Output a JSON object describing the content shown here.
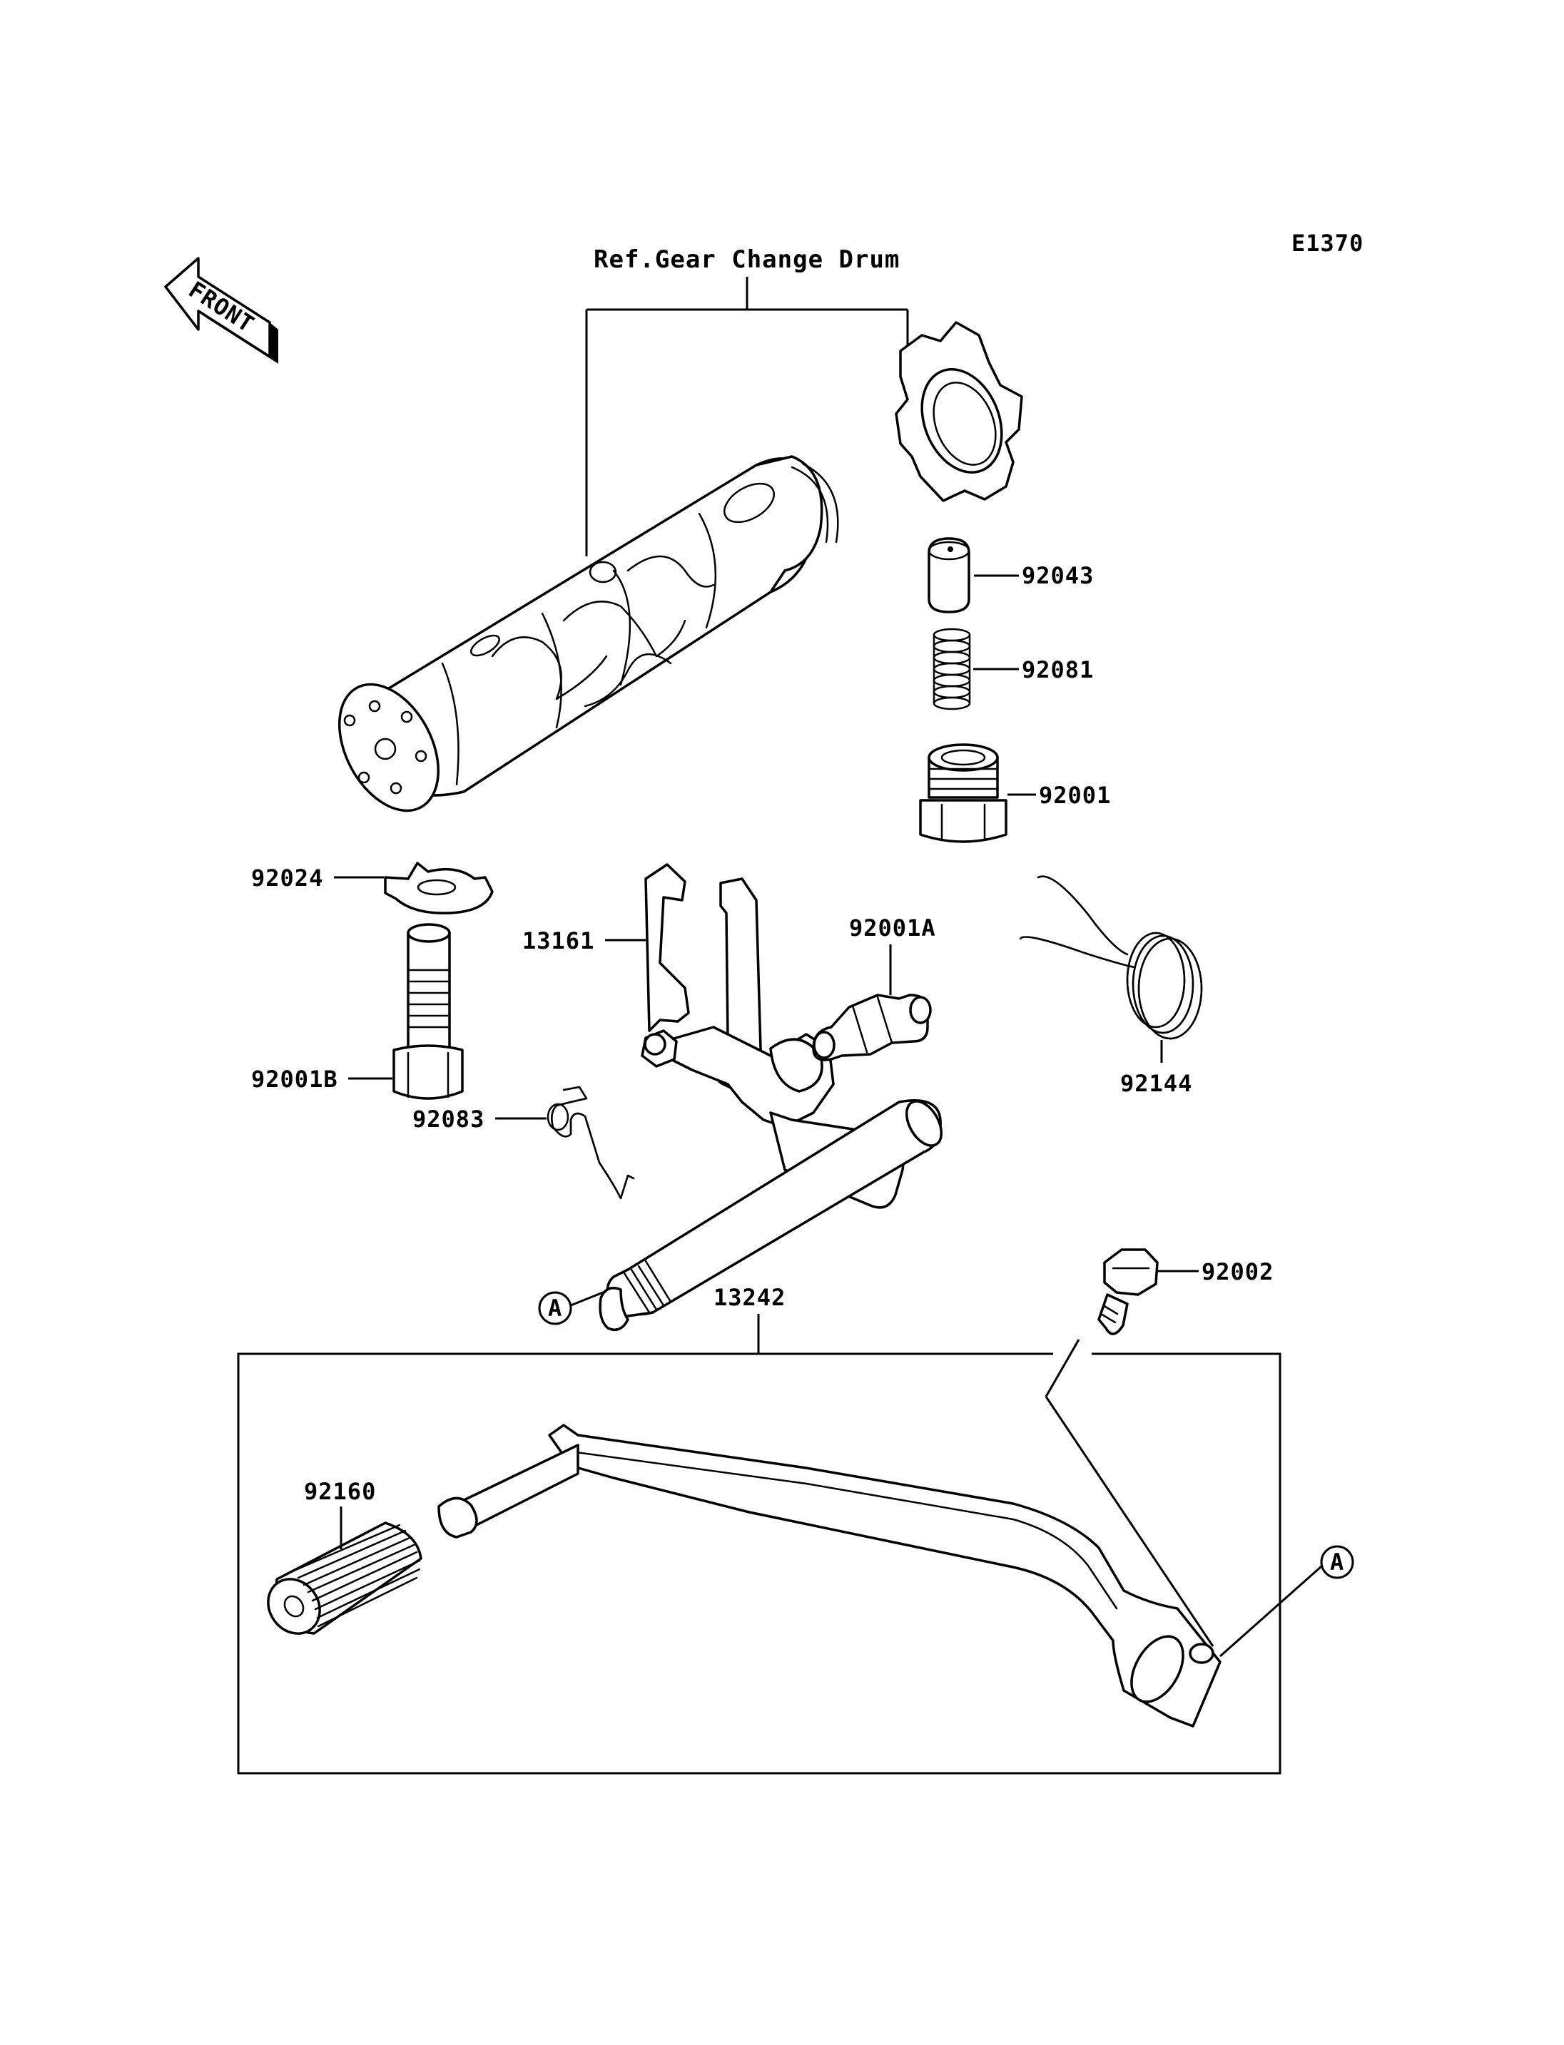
{
  "diagram_code": "E1370",
  "front_label": "FRONT",
  "ref_label": "Ref.Gear Change Drum",
  "reference_marker": "A",
  "parts": {
    "p92043": "92043",
    "p92081": "92081",
    "p92001": "92001",
    "p92024": "92024",
    "p13161": "13161",
    "p92001A": "92001A",
    "p92001B": "92001B",
    "p92144": "92144",
    "p92083": "92083",
    "p92002": "92002",
    "p13242": "13242",
    "p92160": "92160"
  }
}
